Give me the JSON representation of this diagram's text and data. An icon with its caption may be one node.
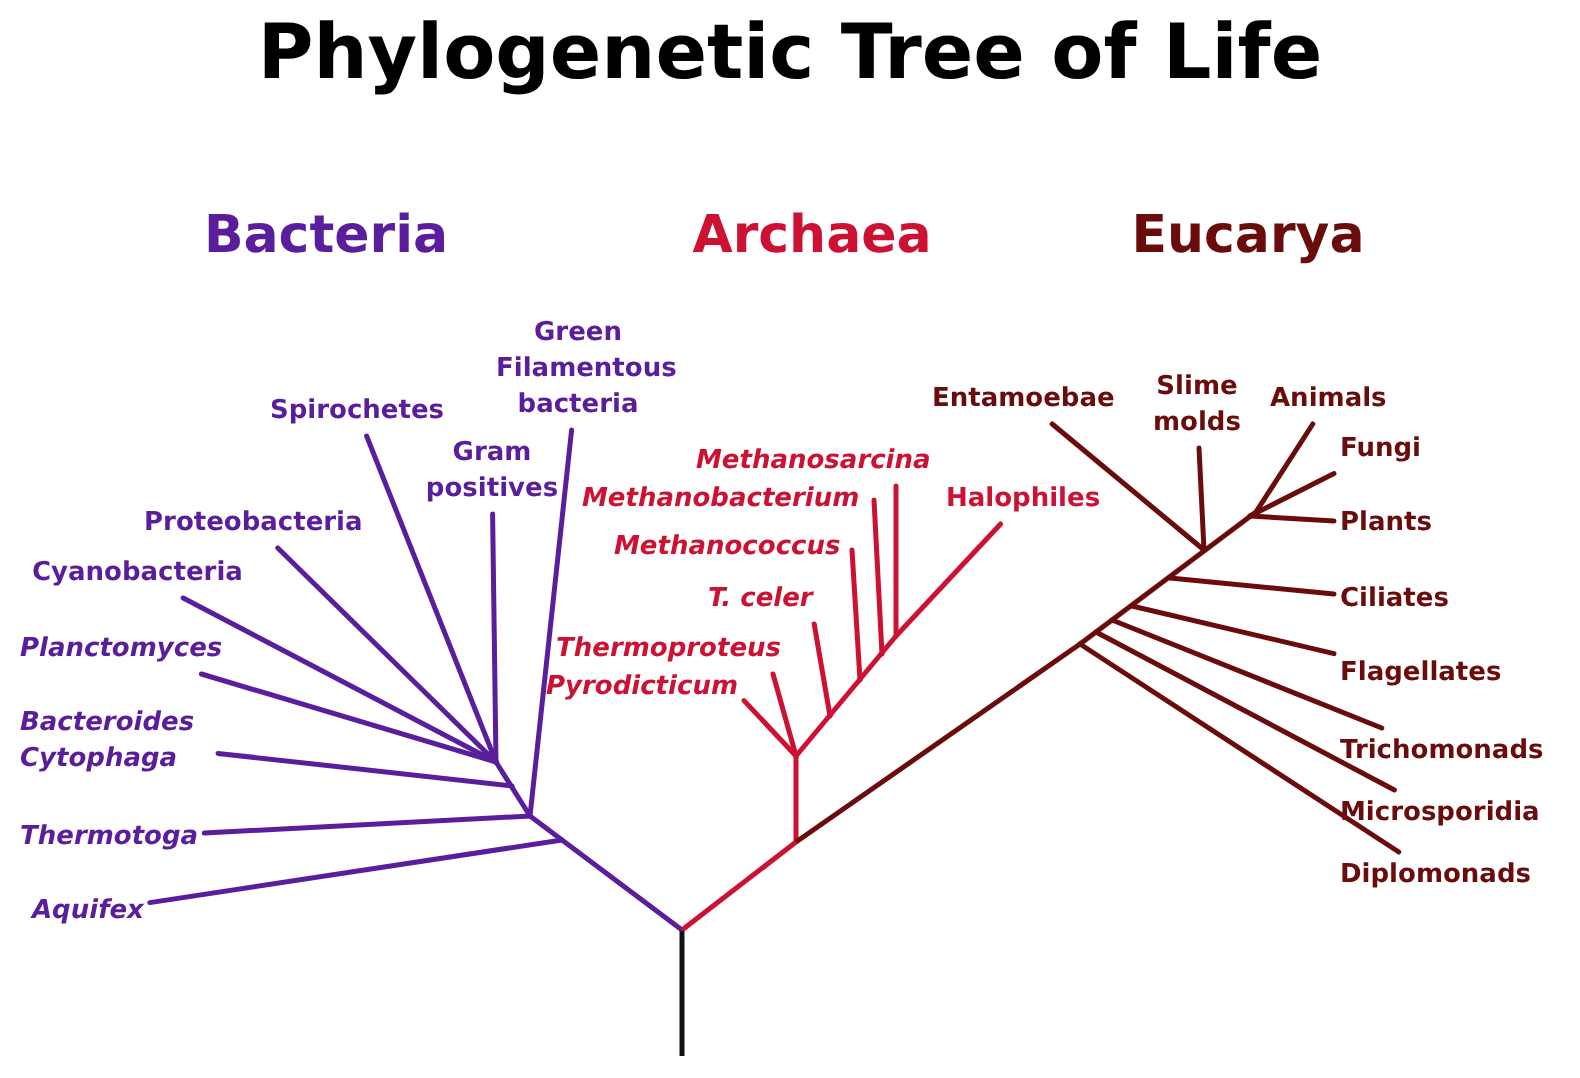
{
  "diagram": {
    "title": "Phylogenetic Tree of Life",
    "nodes": [
      {
        "text": [
          "Green Filamentous bacteria"
        ]
      },
      {
        "text": [
          "Spirochetes"
        ]
      },
      {
        "text": [
          "Gram positives"
        ]
      },
      {
        "text": [
          "Proteobacteria"
        ]
      },
      {
        "text": [
          "Cyanobacteria"
        ]
      },
      {
        "text": [
          "Planctomyces"
        ]
      },
      {
        "text": [
          "Bacteroides Cytophaga"
        ]
      },
      {
        "text": [
          "Thermotoga"
        ]
      },
      {
        "text": [
          "Aquifex"
        ]
      },
      {
        "text": [
          "Methanosarcina"
        ]
      },
      {
        "text": [
          "Methanobacterium"
        ]
      },
      {
        "text": [
          "Halophiles"
        ]
      },
      {
        "text": [
          "Methanococcus"
        ]
      },
      {
        "text": [
          "T. celer"
        ]
      },
      {
        "text": [
          "Thermoproteus"
        ]
      },
      {
        "text": [
          "Pyrodicticum"
        ]
      },
      {
        "text": [
          "Entamoebae"
        ]
      },
      {
        "text": [
          "Slime molds"
        ]
      },
      {
        "text": [
          "Animals"
        ]
      },
      {
        "text": [
          "Fungi"
        ]
      },
      {
        "text": [
          "Plants"
        ]
      },
      {
        "text": [
          "Ciliates"
        ]
      },
      {
        "text": [
          "Flagellates"
        ]
      },
      {
        "text": [
          "Trichomonads"
        ]
      },
      {
        "text": [
          "Microsporidia"
        ]
      },
      {
        "text": [
          "Diplomonads"
        ]
      }
    ],
    "edges": [
      {
        "from": null,
        "to": 0,
        "arrow": "none",
        "color": "#5a1e9c"
      },
      {
        "from": null,
        "to": 1,
        "arrow": "none",
        "color": "#5a1e9c"
      },
      {
        "from": null,
        "to": 2,
        "arrow": "none",
        "color": "#5a1e9c"
      },
      {
        "from": null,
        "to": 3,
        "arrow": "none",
        "color": "#5a1e9c"
      },
      {
        "from": null,
        "to": 4,
        "arrow": "none",
        "color": "#5a1e9c"
      },
      {
        "from": null,
        "to": 5,
        "arrow": "none",
        "color": "#5a1e9c"
      },
      {
        "from": null,
        "to": 6,
        "arrow": "none",
        "color": "#5a1e9c"
      },
      {
        "from": null,
        "to": 7,
        "arrow": "none",
        "color": "#5a1e9c"
      },
      {
        "from": null,
        "to": 8,
        "arrow": "none",
        "color": "#5a1e9c"
      },
      {
        "from": null,
        "to": 9,
        "arrow": "none",
        "color": "#cc1133"
      },
      {
        "from": null,
        "to": 10,
        "arrow": "none",
        "color": "#cc1133"
      },
      {
        "from": null,
        "to": 11,
        "arrow": "none",
        "color": "#cc1133"
      },
      {
        "from": null,
        "to": 12,
        "arrow": "none",
        "color": "#cc1133"
      },
      {
        "from": null,
        "to": 13,
        "arrow": "none",
        "color": "#cc1133"
      },
      {
        "from": null,
        "to": 14,
        "arrow": "none",
        "color": "#cc1133"
      },
      {
        "from": null,
        "to": 15,
        "arrow": "none",
        "color": "#cc1133"
      },
      {
        "from": null,
        "to": 16,
        "arrow": "none",
        "color": "#6a0c0c"
      },
      {
        "from": null,
        "to": 17,
        "arrow": "none",
        "color": "#6a0c0c"
      },
      {
        "from": null,
        "to": 18,
        "arrow": "none",
        "color": "#6a0c0c"
      },
      {
        "from": null,
        "to": 19,
        "arrow": "none",
        "color": "#6a0c0c"
      },
      {
        "from": null,
        "to": 20,
        "arrow": "none",
        "color": "#6a0c0c"
      },
      {
        "from": null,
        "to": 21,
        "arrow": "none",
        "color": "#6a0c0c"
      },
      {
        "from": null,
        "to": 22,
        "arrow": "none",
        "color": "#6a0c0c"
      },
      {
        "from": null,
        "to": 23,
        "arrow": "none",
        "color": "#6a0c0c"
      },
      {
        "from": null,
        "to": 24,
        "arrow": "none",
        "color": "#6a0c0c"
      },
      {
        "from": null,
        "to": 25,
        "arrow": "none",
        "color": "#6a0c0c"
      }
    ],
    "labels": [
      "Bacteria",
      "Archaea",
      "Eucarya"
    ]
  }
}
